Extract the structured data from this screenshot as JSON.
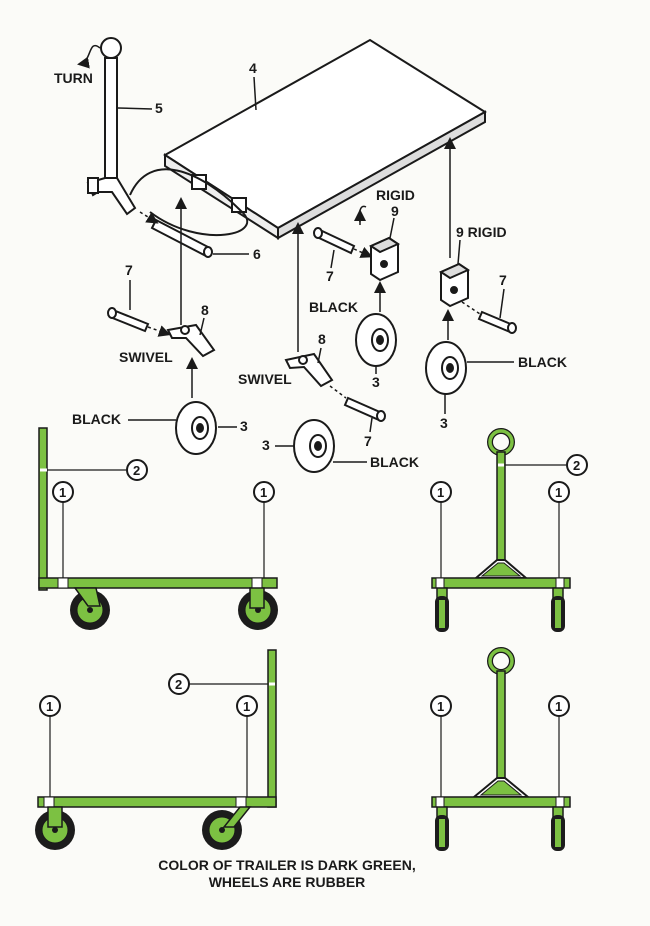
{
  "labels": {
    "turn": "TURN",
    "swivel": "SWIVEL",
    "rigid": "RIGID",
    "black": "BLACK"
  },
  "part_numbers": {
    "p2": "2",
    "p3": "3",
    "p4": "4",
    "p5": "5",
    "p6": "6",
    "p7": "7",
    "p8": "8",
    "p9": "9",
    "p9_rigid": "9 RIGID"
  },
  "callouts": {
    "c1": "1",
    "c2": "2"
  },
  "caption": {
    "line1": "COLOR OF TRAILER IS DARK GREEN,",
    "line2": "WHEELS ARE RUBBER"
  },
  "colors": {
    "frame_green": "#7cc142",
    "outline": "#1a1a1a",
    "wheel_black": "#1c1c1c",
    "wheel_green": "#7cc142",
    "background": "#fbfbf8"
  }
}
